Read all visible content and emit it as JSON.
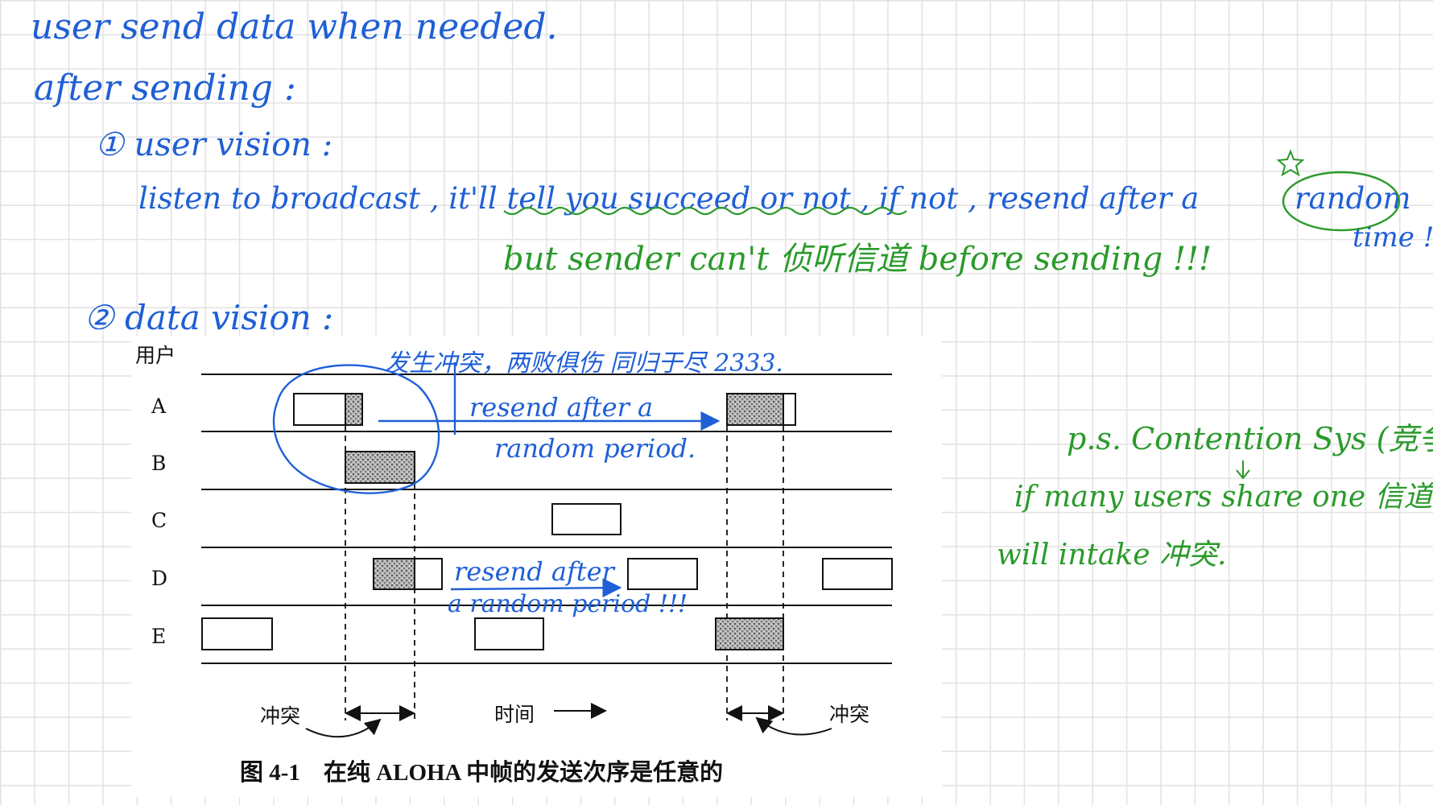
{
  "notes": {
    "line1": "user send data when needed.",
    "line2": "after sending :",
    "user_vision_heading": "① user vision :",
    "user_vision_text_a": "listen to broadcast , it'll tell you succeed or not , if not , resend after a",
    "user_vision_random": "random",
    "user_vision_time": "time !",
    "user_vision_but": "but sender can't 侦听信道 before sending !!!",
    "data_vision_heading": "② data vision :"
  },
  "figure": {
    "y_axis_title": "用户",
    "users": [
      "A",
      "B",
      "C",
      "D",
      "E"
    ],
    "collision_left": "冲突",
    "collision_right": "冲突",
    "time_label": "时间",
    "caption": "图 4-1　在纯 ALOHA 中帧的发送次序是任意的"
  },
  "annotations": {
    "top": "发生冲突，两败俱伤 同归于尽 2333.",
    "resend_1a": "resend after a",
    "resend_1b": "random period.",
    "resend_2a": "resend after",
    "resend_2b": "a random period !!!"
  },
  "side_note": {
    "line1": "p.s. Contention Sys (竞争).",
    "line2": "if many users share one 信道",
    "line3": "will intake 冲突."
  },
  "colors": {
    "blue_ink": "#1f5fd6",
    "green_ink": "#2a9a2a"
  }
}
